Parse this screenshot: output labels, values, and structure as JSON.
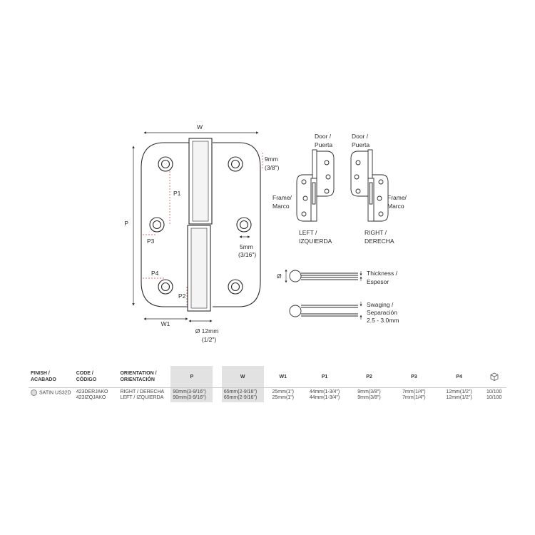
{
  "diagram": {
    "main_hinge": {
      "dim_w": "W",
      "dim_p": "P",
      "dim_p1": "P1",
      "dim_p2": "P2",
      "dim_p3": "P3",
      "dim_p4": "P4",
      "dim_w1": "W1",
      "dim_9mm": [
        "9mm",
        "(3/8\")"
      ],
      "dim_5mm": [
        "5mm",
        "(3/16\")"
      ],
      "dim_12mm": [
        "Ø 12mm",
        "(1/2\")"
      ]
    },
    "orientation_views": {
      "left_door": [
        "Door /",
        "Puerta"
      ],
      "left_frame": [
        "Frame/",
        "Marco"
      ],
      "left_label": [
        "LEFT /",
        "IZQUIERDA"
      ],
      "right_door": [
        "Door /",
        "Puerta"
      ],
      "right_frame": [
        "Frame/",
        "Marco"
      ],
      "right_label": [
        "RIGHT /",
        "DERECHA"
      ]
    },
    "side_views": {
      "diameter_symbol": "Ø",
      "thickness": [
        "Thickness /",
        "Espesor"
      ],
      "swaging": [
        "Swaging /",
        "Separación",
        "2.5 - 3.0mm"
      ]
    }
  },
  "table": {
    "headers": {
      "finish": "FINISH /\nACABADO",
      "code": "CODE /\nCÓDIGO",
      "orientation": "ORIENTATION /\nORIENTACIÓN",
      "p": "P",
      "w": "W",
      "w1": "W1",
      "p1": "P1",
      "p2": "P2",
      "p3": "P3",
      "p4": "P4"
    },
    "row": {
      "finish": "SATIN US32D",
      "code": "423DERJAKO\n423IZQJAKO",
      "orientation": "RIGHT / DERECHA\nLEFT / IZQUIERDA",
      "p": "90mm(3-9/16\")\n90mm(3-9/16\")",
      "w": "65mm(2-9/16\")\n65mm(2-9/16\")",
      "w1": "25mm(1\")\n25mm(1\")",
      "p1": "44mm(1-3/4\")\n44mm(1-3/4\")",
      "p2": "9mm(3/8\")\n9mm(3/8\")",
      "p3": "7mm(1/4\")\n7mm(1/4\")",
      "p4": "12mm(1/2\")\n12mm(1/2\")",
      "pack": "10/100\n10/100"
    },
    "colors": {
      "shade": "#e2e2e2",
      "line": "#2a2a2a"
    },
    "icons": {
      "pack": "box-icon",
      "finish": "finish-swatch-icon"
    }
  }
}
